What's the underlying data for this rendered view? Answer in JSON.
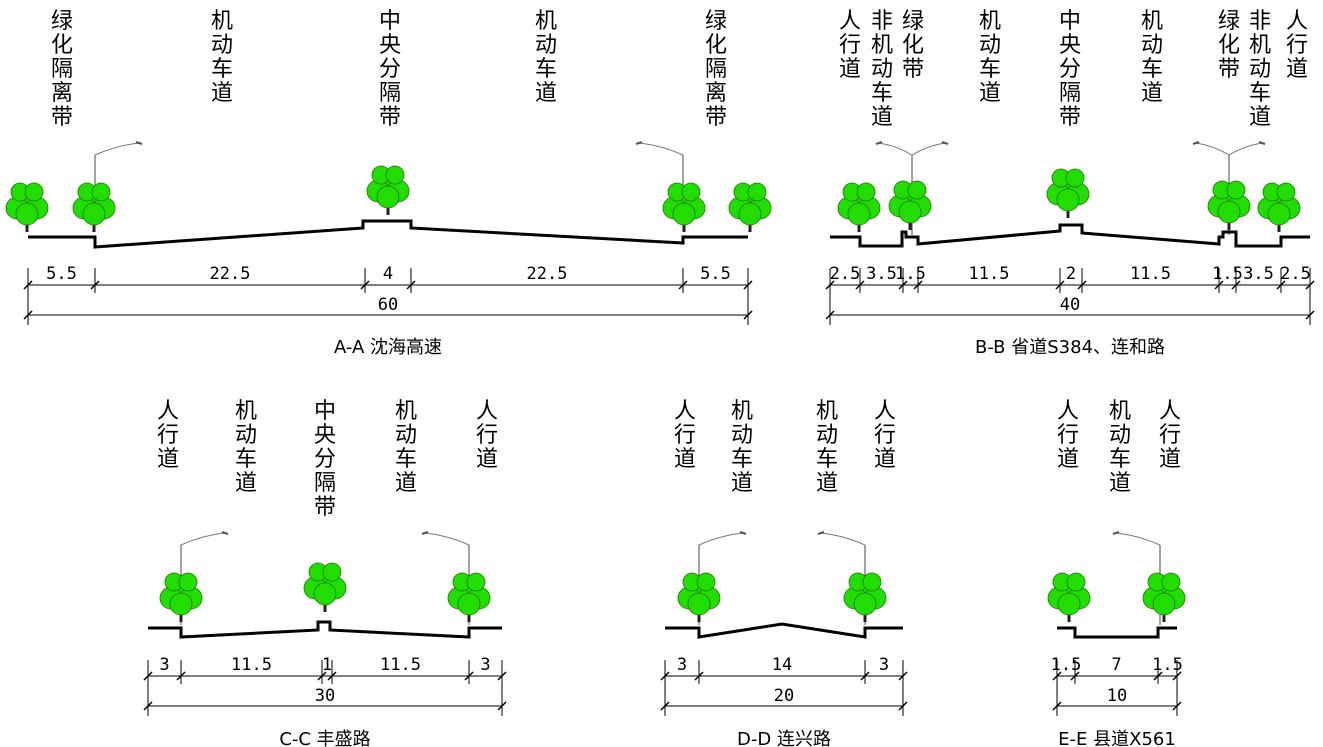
{
  "sections": [
    {
      "caption": "A-A 沈海高速",
      "labels": [
        "绿化隔离带",
        "机动车道",
        "中央分隔带",
        "机动车道",
        "绿化隔离带"
      ],
      "dims": [
        "5.5",
        "22.5",
        "4",
        "22.5",
        "5.5"
      ],
      "total": "60"
    },
    {
      "caption": "B-B 省道S384、连和路",
      "labels": [
        "人行道",
        "非机动车道",
        "绿化带",
        "机动车道",
        "中央分隔带",
        "机动车道",
        "绿化带",
        "非机动车道",
        "人行道"
      ],
      "dims": [
        "2.5",
        "3.5",
        "1.5",
        "11.5",
        "2",
        "11.5",
        "1.5",
        "3.5",
        "2.5"
      ],
      "total": "40"
    },
    {
      "caption": "C-C 丰盛路",
      "labels": [
        "人行道",
        "机动车道",
        "中央分隔带",
        "机动车道",
        "人行道"
      ],
      "dims": [
        "3",
        "11.5",
        "1",
        "11.5",
        "3"
      ],
      "total": "30"
    },
    {
      "caption": "D-D 连兴路",
      "labels": [
        "人行道",
        "机动车道",
        "机动车道",
        "人行道"
      ],
      "dims": [
        "3",
        "14",
        "3"
      ],
      "total": "20"
    },
    {
      "caption": "E-E 县道X561",
      "labels": [
        "人行道",
        "机动车道",
        "人行道"
      ],
      "dims": [
        "1.5",
        "7",
        "1.5"
      ],
      "total": "10"
    }
  ],
  "colors": {
    "tree": "#22dd00",
    "tree_outline": "#1a7a00",
    "line": "#000000"
  }
}
